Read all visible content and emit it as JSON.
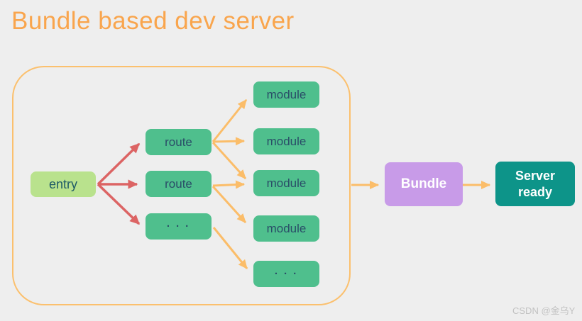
{
  "title": "Bundle based dev server",
  "watermark": "CSDN @金乌Y",
  "nodes": {
    "entry": "entry",
    "route1": "route",
    "route2": "route",
    "route_more": "· · ·",
    "module1": "module",
    "module2": "module",
    "module3": "module",
    "module4": "module",
    "module_more": "· · ·",
    "bundle": "Bundle",
    "server_line1": "Server",
    "server_line2": "ready"
  },
  "colors": {
    "background": "#EEEEEE",
    "title": "#F9A54D",
    "container_border": "#FBC06E",
    "entry_fill": "#B9E28D",
    "entry_text": "#1E5A66",
    "node_fill": "#4FBF8D",
    "node_text": "#2A4E68",
    "red_arrow": "#DC6464",
    "orange_arrow": "#FBBD69",
    "bundle_fill": "#C89BE8",
    "server_fill": "#0D9489",
    "box_label_on_dark": "#FFFFFF"
  }
}
